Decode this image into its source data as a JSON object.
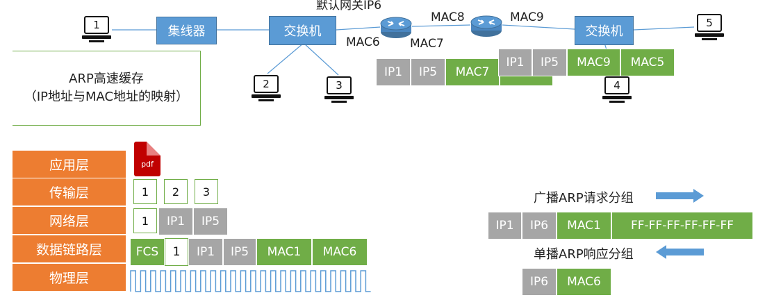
{
  "topology": {
    "hub_label": "集线器",
    "switch_left_label": "交换机",
    "switch_right_label": "交换机",
    "gateway_label": "默认网关IP6",
    "hosts": [
      "1",
      "2",
      "3",
      "4",
      "5"
    ],
    "mac_labels": {
      "mac6": "MAC6",
      "mac7": "MAC7",
      "mac8": "MAC8",
      "mac9": "MAC9"
    }
  },
  "arp_cache": {
    "line1": "ARP高速缓存",
    "line2": "（IP地址与MAC地址的映射）"
  },
  "frame_middle": [
    "IP1",
    "IP5",
    "MAC7",
    ""
  ],
  "frame_right": [
    "IP1",
    "IP5",
    "MAC9",
    "MAC5"
  ],
  "layers": [
    "应用层",
    "传输层",
    "网络层",
    "数据链路层",
    "物理层"
  ],
  "application": {
    "icon_text": "pdf"
  },
  "transport": [
    "1",
    "2",
    "3"
  ],
  "network": [
    "1",
    "IP1",
    "IP5"
  ],
  "datalink": [
    "FCS",
    "1",
    "IP1",
    "IP5",
    "MAC1",
    "MAC6"
  ],
  "arp": {
    "broadcast_label": "广播ARP请求分组",
    "broadcast_packet": [
      "IP1",
      "IP6",
      "MAC1",
      "FF-FF-FF-FF-FF-FF"
    ],
    "unicast_label": "单播ARP响应分组",
    "unicast_packet": [
      "IP6",
      "MAC6"
    ]
  },
  "colors": {
    "node_blue": "#5b9bd5",
    "layer_orange": "#ed7d31",
    "field_gray": "#a6a6a6",
    "field_green": "#70ad47",
    "arrow_blue": "#5b9bd5"
  }
}
